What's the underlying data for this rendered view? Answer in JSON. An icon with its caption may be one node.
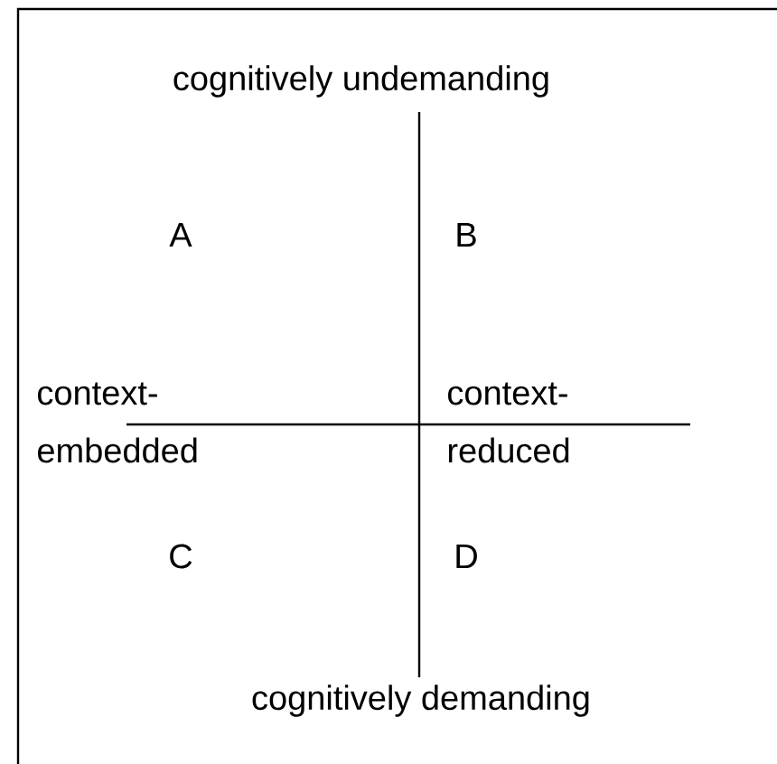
{
  "diagram": {
    "labels": [
      "cognitively undemanding",
      "A",
      "B",
      "context-embedded",
      "context-reduced",
      "C",
      "D",
      "cognitively demanding"
    ]
  }
}
